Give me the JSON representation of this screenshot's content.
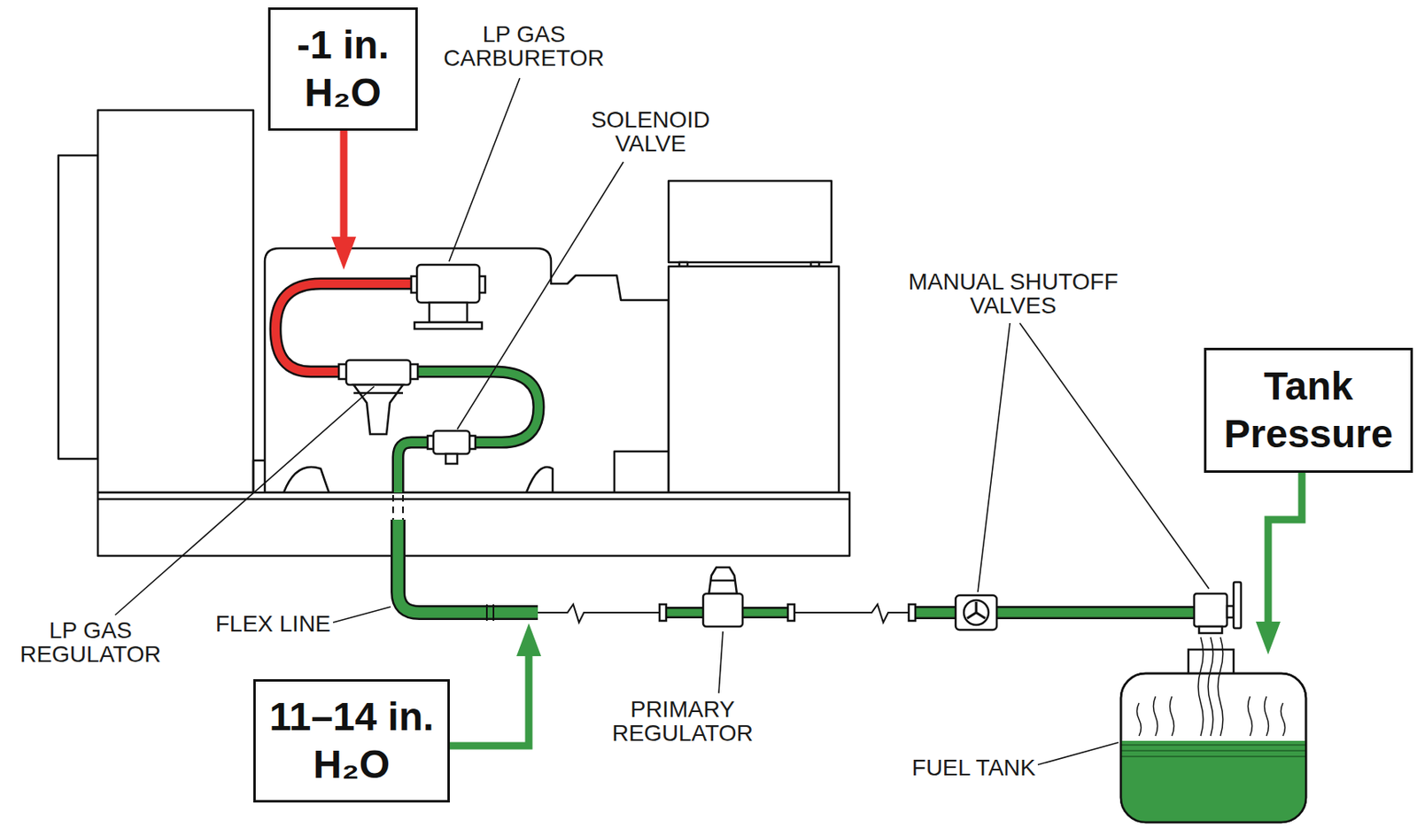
{
  "diagram": {
    "nodes": [
      {
        "text": [
          "-1 in. H₂O"
        ]
      },
      {
        "text": [
          "Tank Pressure"
        ]
      },
      {
        "text": [
          "11–14 in. H₂O"
        ]
      }
    ],
    "labels": [
      "LP GAS CARBURETOR",
      "SOLENOID VALVE",
      "MANUAL SHUTOFF VALVES",
      "LP GAS REGULATOR",
      "FLEX LINE",
      "PRIMARY REGULATOR",
      "FUEL TANK"
    ]
  }
}
